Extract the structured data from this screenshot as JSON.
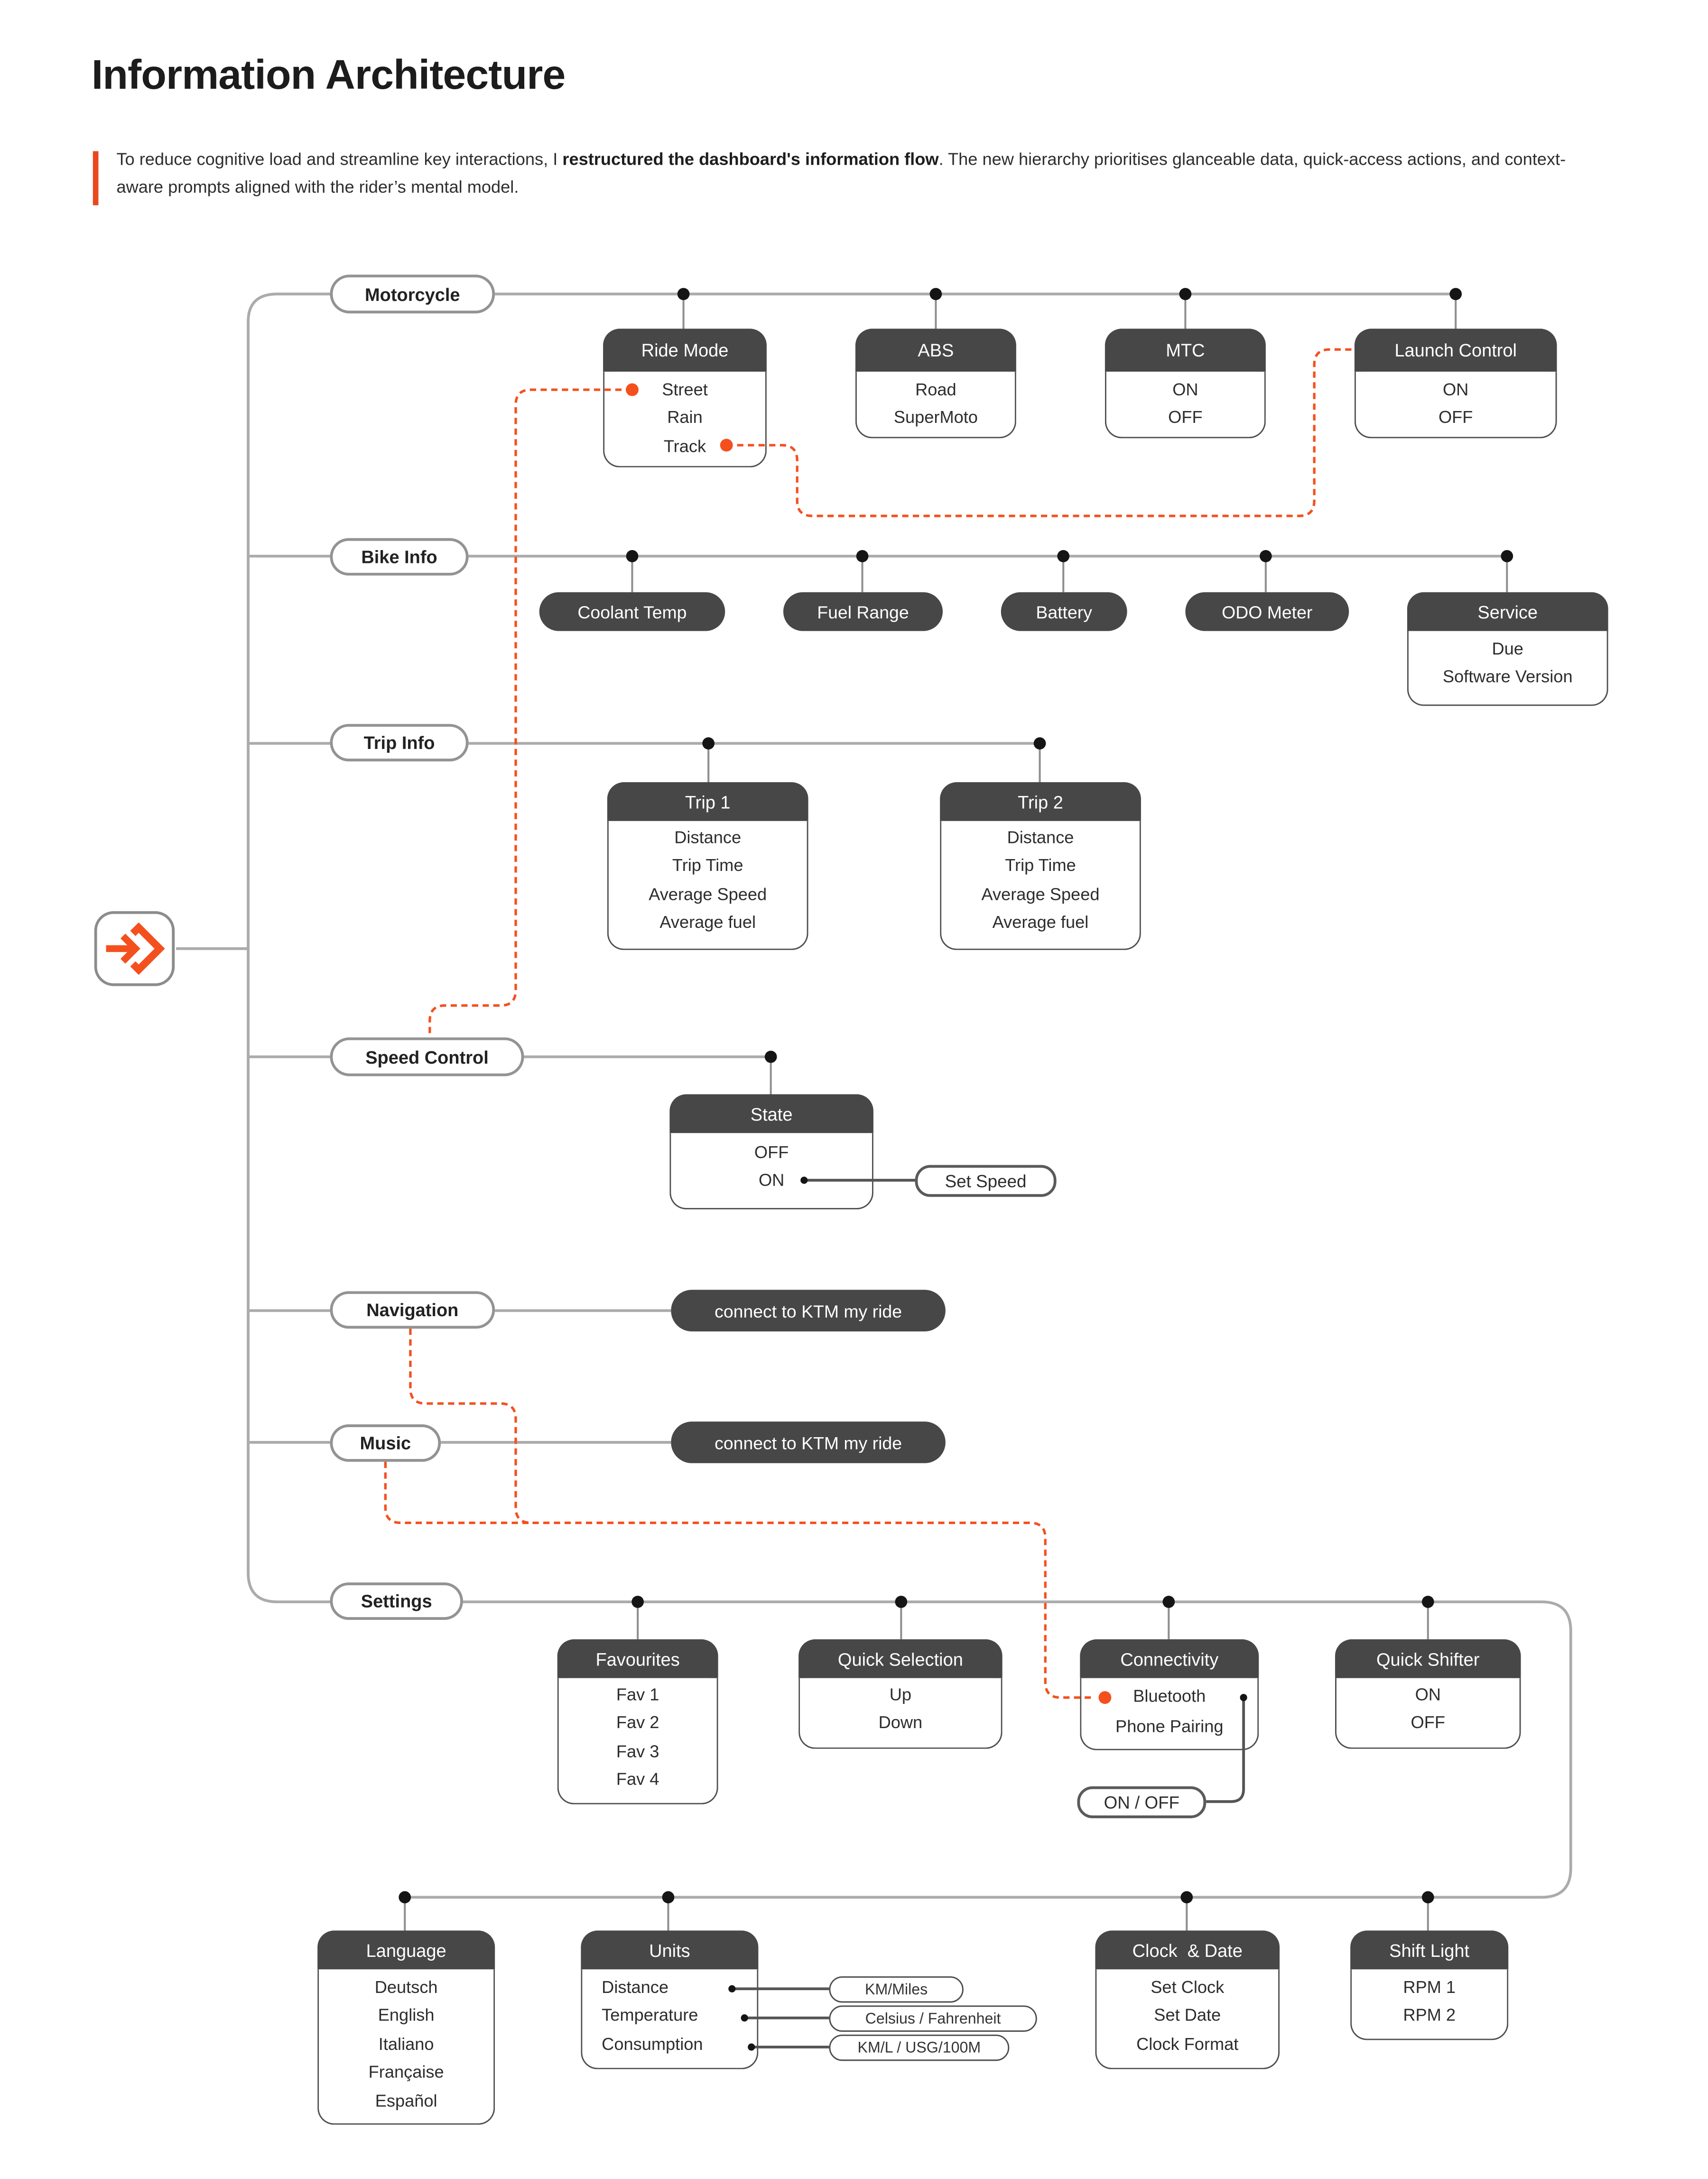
{
  "header": {
    "title": "Information Architecture",
    "intro_part1": "To reduce cognitive load and streamline key interactions, I ",
    "intro_bold": "restructured the dashboard's information flow",
    "intro_part2": ". The new hierarchy prioritises glanceable data, quick-access actions, and context-aware prompts aligned with the rider’s mental model."
  },
  "colors": {
    "accent": "#F4501E",
    "node_dark": "#474747",
    "line_gray": "#ABABAB",
    "connector_dark": "#555555"
  },
  "root": {
    "icon": "enter-arrow-diamond-icon"
  },
  "level1": {
    "motorcycle": "Motorcycle",
    "bike_info": "Bike Info",
    "trip_info": "Trip Info",
    "speed_control": "Speed Control",
    "navigation": "Navigation",
    "music": "Music",
    "settings": "Settings"
  },
  "nodes": {
    "ride_mode": {
      "title": "Ride Mode",
      "items": [
        "Street",
        "Rain",
        "Track"
      ]
    },
    "abs": {
      "title": "ABS",
      "items": [
        "Road",
        "SuperMoto"
      ]
    },
    "mtc": {
      "title": "MTC",
      "items": [
        "ON",
        "OFF"
      ]
    },
    "launch_control": {
      "title": "Launch Control",
      "items": [
        "ON",
        "OFF"
      ]
    },
    "coolant_temp": {
      "title": "Coolant Temp"
    },
    "fuel_range": {
      "title": "Fuel Range"
    },
    "battery": {
      "title": "Battery"
    },
    "odo_meter": {
      "title": "ODO Meter"
    },
    "service": {
      "title": "Service",
      "items": [
        "Due",
        "Software Version"
      ]
    },
    "trip1": {
      "title": "Trip 1",
      "items": [
        "Distance",
        "Trip Time",
        "Average Speed",
        "Average fuel"
      ]
    },
    "trip2": {
      "title": "Trip 2",
      "items": [
        "Distance",
        "Trip Time",
        "Average Speed",
        "Average fuel"
      ]
    },
    "state": {
      "title": "State",
      "items": [
        "OFF",
        "ON"
      ]
    },
    "set_speed": {
      "label": "Set Speed"
    },
    "connect_nav": {
      "label": "connect to KTM my ride"
    },
    "connect_music": {
      "label": "connect to KTM my ride"
    },
    "favourites": {
      "title": "Favourites",
      "items": [
        "Fav 1",
        "Fav 2",
        "Fav 3",
        "Fav 4"
      ]
    },
    "quick_selection": {
      "title": "Quick Selection",
      "items": [
        "Up",
        "Down"
      ]
    },
    "connectivity": {
      "title": "Connectivity",
      "items": [
        "Bluetooth",
        "Phone Pairing"
      ]
    },
    "quick_shifter": {
      "title": "Quick Shifter",
      "items": [
        "ON",
        "OFF"
      ]
    },
    "on_off": {
      "label": "ON / OFF"
    },
    "language": {
      "title": "Language",
      "items": [
        "Deutsch",
        "English",
        "Italiano",
        "Française",
        "Español"
      ]
    },
    "units": {
      "title": "Units",
      "items": [
        "Distance",
        "Temperature",
        "Consumption"
      ]
    },
    "unit_distance": {
      "label": "KM/Miles"
    },
    "unit_temperature": {
      "label": "Celsius / Fahrenheit"
    },
    "unit_consumption": {
      "label": "KM/L / USG/100M"
    },
    "clock_date": {
      "title": "Clock  & Date",
      "items": [
        "Set Clock",
        "Set Date",
        "Clock Format"
      ]
    },
    "shift_light": {
      "title": "Shift Light",
      "items": [
        "RPM 1",
        "RPM 2"
      ]
    }
  }
}
